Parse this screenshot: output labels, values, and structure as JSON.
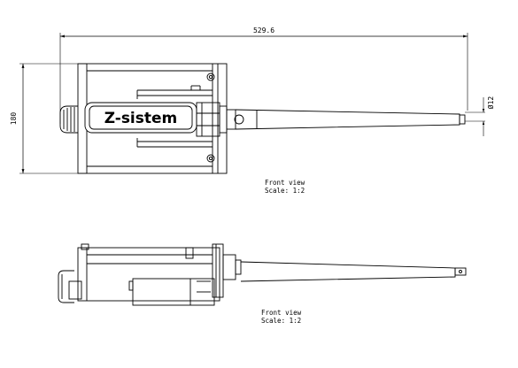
{
  "dimensions": {
    "overall_length": "529.6",
    "height": "180",
    "diameter": "Ø12"
  },
  "brand_label": "Z-sistem",
  "views": [
    {
      "name": "Front view",
      "scale": "Scale:  1:2"
    },
    {
      "name": "Front view",
      "scale": "Scale:  1:2"
    }
  ]
}
